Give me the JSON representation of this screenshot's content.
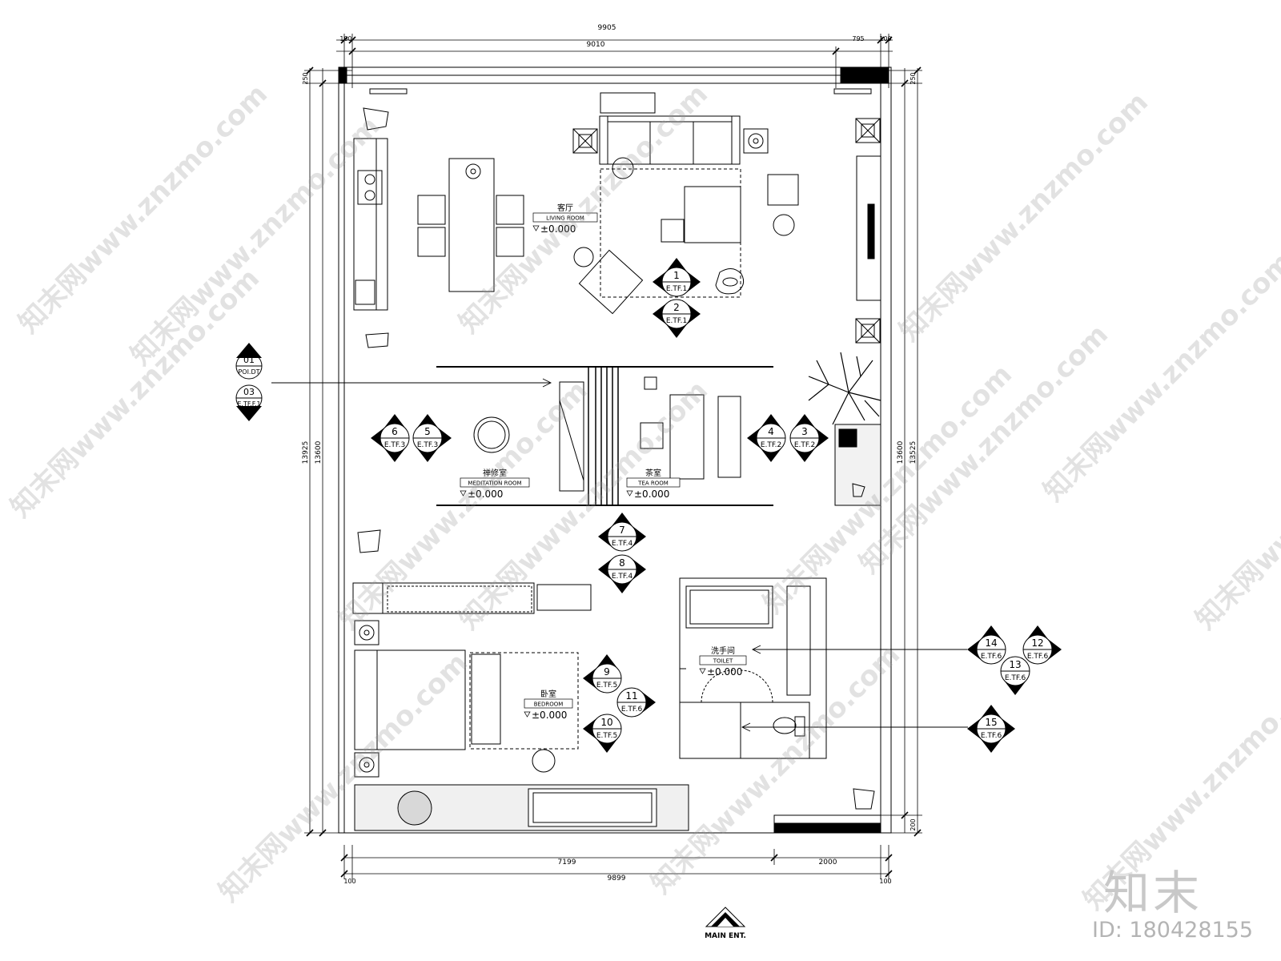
{
  "dimensions": {
    "top_total": "9905",
    "top_main": "9010",
    "top_left_margin": "100",
    "top_right_seg": "795",
    "top_right_margin": "100",
    "left_top_250": "250",
    "right_top_250": "250",
    "left_total_height": "13925",
    "left_inner_height": "13600",
    "right_inner_height": "13600",
    "right_total_height": "13525",
    "right_bottom_200": "200",
    "bottom_main": "7199",
    "bottom_right": "2000",
    "bottom_total": "9899",
    "bottom_left_margin": "100",
    "bottom_right_margin": "100"
  },
  "rooms": [
    {
      "name_cn": "客厅",
      "name_en": "LIVING ROOM",
      "level": "±0.000"
    },
    {
      "name_cn": "禅修室",
      "name_en": "MEDITATION ROOM",
      "level": "±0.000"
    },
    {
      "name_cn": "茶室",
      "name_en": "TEA ROOM",
      "level": "±0.000"
    },
    {
      "name_cn": "洗手间",
      "name_en": "TOILET",
      "level": "±0.000"
    },
    {
      "name_cn": "卧室",
      "name_en": "BEDROOM",
      "level": "±0.000"
    }
  ],
  "section_marks": [
    {
      "num": "01",
      "ref": "POI.DT"
    },
    {
      "num": "03",
      "ref": "E.TF.F.1"
    }
  ],
  "elevation_markers": [
    {
      "num": "1",
      "ref": "E.TF.1"
    },
    {
      "num": "2",
      "ref": "E.TF.1"
    },
    {
      "num": "3",
      "ref": "E.TF.2"
    },
    {
      "num": "4",
      "ref": "E.TF.2"
    },
    {
      "num": "5",
      "ref": "E.TF.3"
    },
    {
      "num": "6",
      "ref": "E.TF.3"
    },
    {
      "num": "7",
      "ref": "E.TF.4"
    },
    {
      "num": "8",
      "ref": "E.TF.4"
    },
    {
      "num": "9",
      "ref": "E.TF.5"
    },
    {
      "num": "10",
      "ref": "E.TF.5"
    },
    {
      "num": "11",
      "ref": "E.TF.6"
    },
    {
      "num": "12",
      "ref": "E.TF.6"
    },
    {
      "num": "13",
      "ref": "E.TF.6"
    },
    {
      "num": "14",
      "ref": "E.TF.6"
    },
    {
      "num": "15",
      "ref": "E.TF.6"
    }
  ],
  "entrance": "MAIN ENT.",
  "watermark": {
    "text": "知末网www.znzmo.com",
    "brand": "知末",
    "image_id": "ID: 180428155"
  }
}
